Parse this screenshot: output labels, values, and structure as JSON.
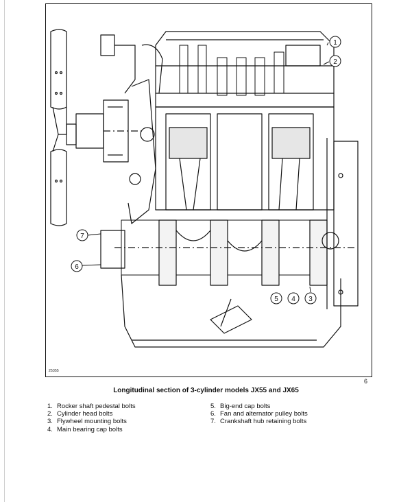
{
  "figure": {
    "id": "25355",
    "callouts": [
      "1",
      "2",
      "3",
      "4",
      "5",
      "6",
      "7"
    ]
  },
  "page_number": "6",
  "caption": "Longitudinal section of 3-cylinder models JX55 and JX65",
  "legend": {
    "col1": [
      {
        "num": "1.",
        "text": "Rocker shaft pedestal bolts"
      },
      {
        "num": "2.",
        "text": "Cylinder head bolts"
      },
      {
        "num": "3.",
        "text": "Flywheel mounting bolts"
      },
      {
        "num": "4.",
        "text": "Main bearing cap bolts"
      }
    ],
    "col2": [
      {
        "num": "5.",
        "text": "Big-end cap bolts"
      },
      {
        "num": "6.",
        "text": "Fan and alternator pulley bolts"
      },
      {
        "num": "7.",
        "text": "Crankshaft hub retaining bolts"
      }
    ]
  }
}
